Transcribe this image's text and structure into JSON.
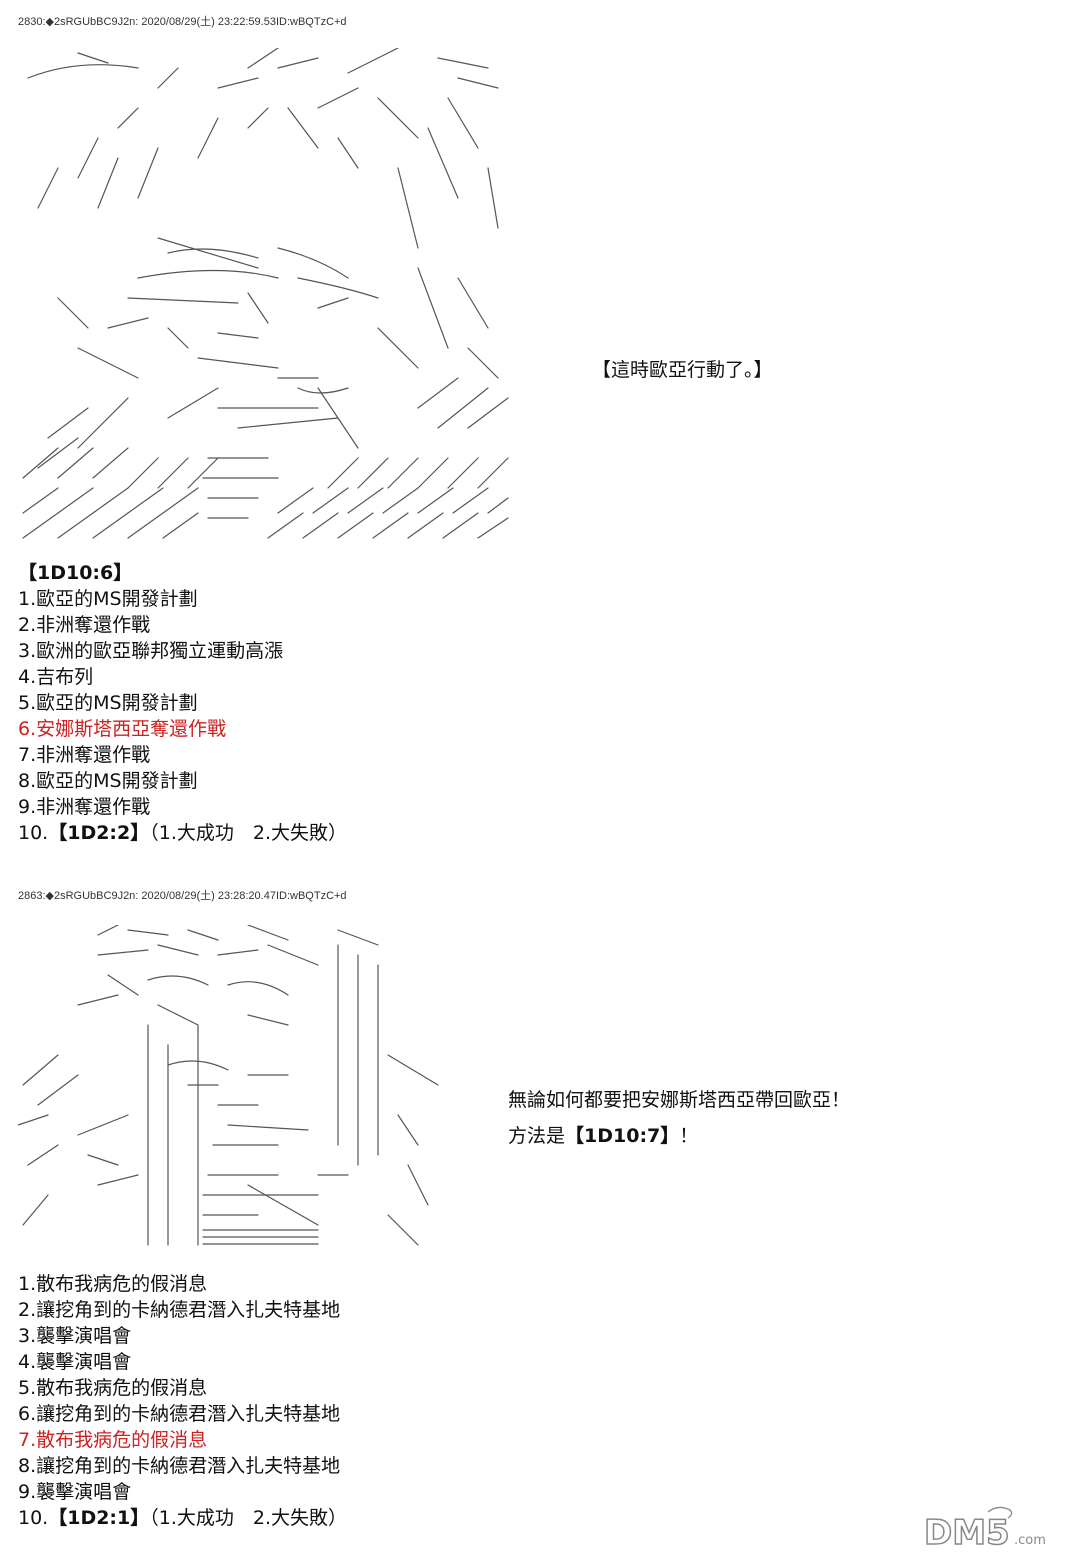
{
  "post1": {
    "header": "2830:◆2sRGUbBC9J2n: 2020/08/29(土) 23:22:59.53ID:wBQTzC+d",
    "side_text": "【這時歐亞行動了。】",
    "roll": "【1D10:6】",
    "items": [
      "1.歐亞的MS開發計劃",
      "2.非洲奪還作戰",
      "3.歐洲的歐亞聯邦獨立運動高漲",
      "4.吉布列",
      "5.歐亞的MS開發計劃",
      "6.安娜斯塔西亞奪還作戰",
      "7.非洲奪還作戰",
      "8.歐亞的MS開發計劃",
      "9.非洲奪還作戰"
    ],
    "highlighted_index": 5,
    "last": {
      "prefix": "10.",
      "roll": "【1D2:2】",
      "suffix": "（1.大成功　2.大失敗）"
    }
  },
  "post2": {
    "header": "2863:◆2sRGUbBC9J2n: 2020/08/29(土) 23:28:20.47ID:wBQTzC+d",
    "side_line1": "無論如何都要把安娜斯塔西亞帶回歐亞！",
    "side_line2_prefix": "方法是",
    "side_line2_roll": "【1D10:7】",
    "side_line2_suffix": "！",
    "items": [
      "1.散布我病危的假消息",
      "2.讓挖角到的卡納德君潛入扎夫特基地",
      "3.襲擊演唱會",
      "4.襲擊演唱會",
      "5.散布我病危的假消息",
      "6.讓挖角到的卡納德君潛入扎夫特基地",
      "7.散布我病危的假消息",
      "8.讓挖角到的卡納德君潛入扎夫特基地",
      "9.襲擊演唱會"
    ],
    "highlighted_index": 6,
    "last": {
      "prefix": "10.",
      "roll": "【1D2:1】",
      "suffix": "（1.大成功　2.大失敗）"
    }
  },
  "watermark": {
    "text": "DM5",
    "suffix": ".com"
  },
  "colors": {
    "text": "#111111",
    "highlight": "#cc2222",
    "header": "#333333"
  }
}
